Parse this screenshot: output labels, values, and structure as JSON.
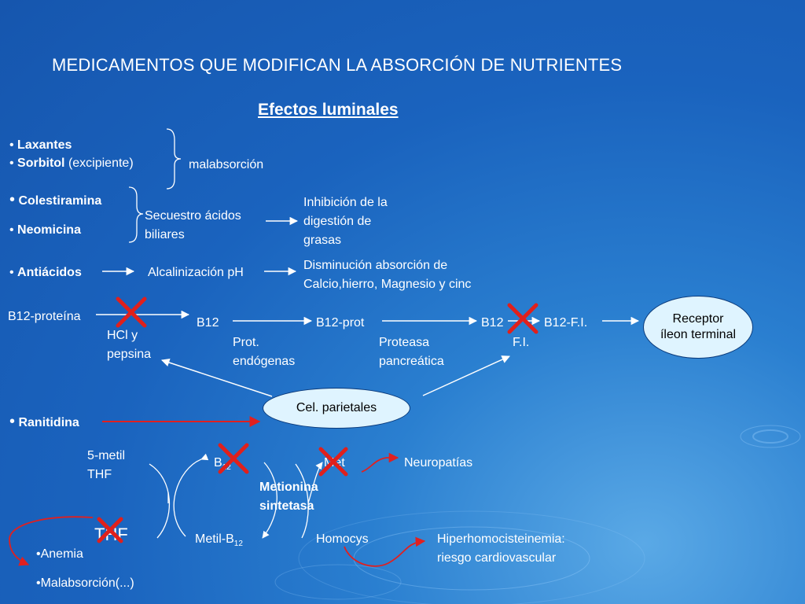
{
  "slide": {
    "title": "MEDICAMENTOS QUE MODIFICAN LA ABSORCIÓN DE NUTRIENTES",
    "subtitle": "Efectos luminales"
  },
  "drugs": {
    "laxantes": "Laxantes",
    "sorbitol": "Sorbitol",
    "sorbitol_note": "(excipiente)",
    "colestiramina": "Colestiramina",
    "neomicina": "Neomicina",
    "antiacidos": "Antiácidos",
    "ranitidina": "Ranitidina"
  },
  "effects": {
    "malabsorcion": "malabsorción",
    "secuestro_1": "Secuestro ácidos",
    "secuestro_2": "biliares",
    "inhibicion_1": "Inhibición de la",
    "inhibicion_2": "digestión de",
    "inhibicion_3": "grasas",
    "alcalinizacion": "Alcalinización pH",
    "disminucion_1": "Disminución absorción de",
    "disminucion_2": "Calcio,hierro, Magnesio y cinc"
  },
  "b12_path": {
    "b12_proteina": "B12-proteína",
    "hcl_1": "HCl y",
    "hcl_2": "pepsina",
    "b12": "B12",
    "b12_prot": "B12-prot",
    "prot_endo_1": "Prot.",
    "prot_endo_2": "endógenas",
    "proteasa_1": "Proteasa",
    "proteasa_2": "pancreática",
    "b12_b": "B12",
    "b12_fi": "B12-F.I.",
    "fi": "F.I.",
    "receptor_1": "Receptor",
    "receptor_2": "íleon terminal",
    "cel_parietales": "Cel. parietales"
  },
  "cycle": {
    "metil_thf_1": "5-metil",
    "metil_thf_2": "THF",
    "b12_base": "B",
    "b12_sub": "12",
    "met": "Met",
    "neuropatias": "Neuropatías",
    "metionina_1": "Metionina",
    "metionina_2": "sintetasa",
    "thf": "THF",
    "metil_b12_base": "Metil-B",
    "metil_b12_sub": "12",
    "homocys": "Homocys",
    "hiper_1": "Hiperhomocisteinemia:",
    "hiper_2": "riesgo cardiovascular",
    "anemia": "•Anemia",
    "malabsorcion2": "•Malabsorción(...)"
  },
  "colors": {
    "arrow_white": "#ffffff",
    "arrow_red": "#e02020",
    "cross_red": "#e0201c",
    "ellipse_fill": "#dff4ff"
  }
}
